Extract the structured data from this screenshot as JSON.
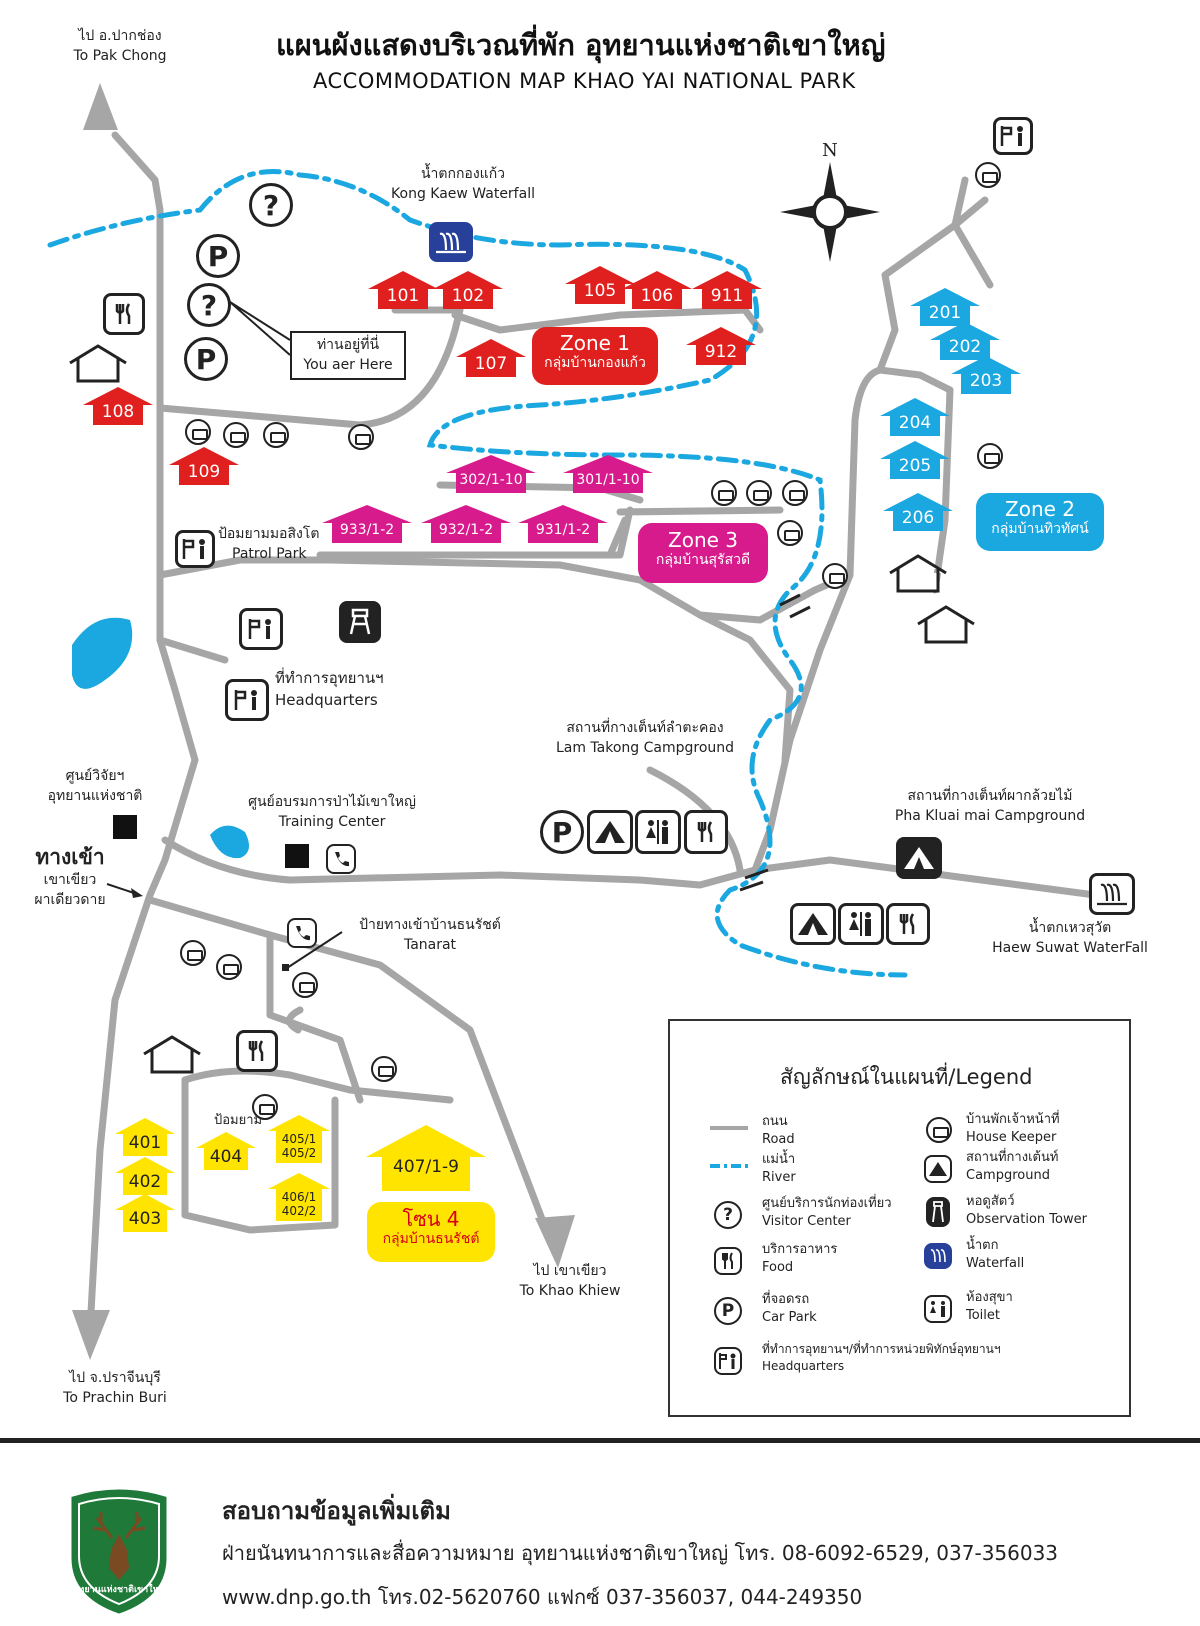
{
  "header": {
    "title_th": "แผนผังแสดงบริเวณที่พัก อุทยานแห่งชาติเขาใหญ่",
    "title_en": "ACCOMMODATION MAP KHAO YAI NATIONAL PARK"
  },
  "compass": {
    "north": "N"
  },
  "directions": {
    "pak_chong": {
      "th": "ไป อ.ปากช่อง",
      "en": "To Pak Chong"
    },
    "prachin_buri": {
      "th": "ไป จ.ปราจีนบุรี",
      "en": "To Prachin Buri"
    },
    "khao_khiew": {
      "th": "ไป เขาเขียว",
      "en": "To Khao Khiew"
    }
  },
  "places": {
    "kong_kaew": {
      "th": "น้ำตกกองแก้ว",
      "en": "Kong Kaew Waterfall"
    },
    "you_are_here": {
      "th": "ท่านอยู่ที่นี่",
      "en": "You aer Here"
    },
    "patrol_park": {
      "th": "ป้อมยามมอสิงโต",
      "en": "Patrol Park"
    },
    "headquarters": {
      "th": "ที่ทำการอุทยานฯ",
      "en": "Headquarters"
    },
    "research": {
      "th1": "ศูนย์วิจัยฯ",
      "th2": "อุทยานแห่งชาติ"
    },
    "entrance": {
      "th": "ทางเข้า",
      "l2": "เขาเขียว",
      "l3": "ผาเดียวดาย"
    },
    "training": {
      "th": "ศูนย์อบรมการป่าไม้เขาใหญ่",
      "en": "Training Center"
    },
    "lam_takong": {
      "th": "สถานที่กางเต็นท์ลำตะคอง",
      "en": "Lam Takong Campground"
    },
    "pha_kluai_mai": {
      "th": "สถานที่กางเต็นท์ผากล้วยไม้",
      "en": "Pha Kluai mai Campground"
    },
    "haew_suwat": {
      "th": "น้ำตกเหวสุวัต",
      "en": "Haew Suwat WaterFall"
    },
    "tanarat": {
      "th": "ป้ายทางเข้าบ้านธนรัชต์",
      "en": "Tanarat"
    },
    "guard_post": "ป้อมยาม"
  },
  "zones": [
    {
      "name": "Zone 1",
      "th": "กลุ่มบ้านกองแก้ว",
      "color": "#e0201e"
    },
    {
      "name": "Zone 2",
      "th": "กลุ่มบ้านทิวทัศน์",
      "color": "#1ba8e0"
    },
    {
      "name": "Zone 3",
      "th": "กลุ่มบ้านสุรัสวดี",
      "color": "#d81b8c"
    },
    {
      "name": "โซน 4",
      "th": "กลุ่มบ้านธนรัชต์",
      "color": "#ffe400"
    }
  ],
  "units": {
    "zone1": [
      "101",
      "102",
      "105",
      "106",
      "911",
      "107",
      "912",
      "108",
      "109"
    ],
    "zone2": [
      "201",
      "202",
      "203",
      "204",
      "205",
      "206"
    ],
    "zone3": [
      "302/1-10",
      "301/1-10",
      "933/1-2",
      "932/1-2",
      "931/1-2"
    ],
    "zone4": [
      "401",
      "402",
      "403",
      "404",
      "405/1\n405/2",
      "406/1\n402/2",
      "407/1-9"
    ]
  },
  "icons": {
    "parking": "P",
    "info": "?",
    "food": "food-icon",
    "campground": "tent-icon",
    "toilet": "toilet-icon",
    "tower": "tower-icon",
    "waterfall": "waterfall-icon",
    "house_keeper": "house-keeper-icon",
    "headquarters": "headquarters-icon",
    "phone": "phone-icon"
  },
  "legend": {
    "title": "สัญลักษณ์ในแผนที่/Legend",
    "items": [
      {
        "th": "ถนน",
        "en": "Road",
        "icon": "road-line"
      },
      {
        "th": "แม่น้ำ",
        "en": "River",
        "icon": "river-line"
      },
      {
        "th": "ศูนย์บริการนักท่องเที่ยว",
        "en": "Visitor Center",
        "icon": "info-icon"
      },
      {
        "th": "บริการอาหาร",
        "en": "Food",
        "icon": "food-icon"
      },
      {
        "th": "ที่จอดรถ",
        "en": "Car Park",
        "icon": "parking-icon"
      },
      {
        "th": "ที่ทำการอุทยานฯ/ที่ทำการหน่วยพิทักษ์อุทยานฯ",
        "en": "Headquarters",
        "icon": "headquarters-icon"
      },
      {
        "th": "บ้านพักเจ้าหน้าที่",
        "en": "House Keeper",
        "icon": "house-keeper-icon"
      },
      {
        "th": "สถานที่กางเต้นท์",
        "en": "Campground",
        "icon": "tent-icon"
      },
      {
        "th": "หอดูสัตว์",
        "en": "Observation Tower",
        "icon": "tower-icon"
      },
      {
        "th": "น้ำตก",
        "en": "Waterfall",
        "icon": "waterfall-icon"
      },
      {
        "th": "ห้องสุขา",
        "en": "Toilet",
        "icon": "toilet-icon"
      }
    ]
  },
  "footer": {
    "heading": "สอบถามข้อมูลเพิ่มเติม",
    "line1": "ฝ่ายนันทนาการและสื่อความหมาย อุทยานแห่งชาติเขาใหญ่ โทร. 08-6092-6529, 037-356033",
    "line2": "www.dnp.go.th โทร.02-5620760 แฟกซ์ 037-356037, 044-249350",
    "logo_text": "อุทยานแห่งชาติเขาใหญ่"
  },
  "colors": {
    "road": "#a6a6a6",
    "river": "#1ba8e0",
    "zone1": "#e0201e",
    "zone2": "#1ba8e0",
    "zone3": "#d81b8c",
    "zone4": "#ffe400",
    "logo_green": "#1f7a3a"
  }
}
